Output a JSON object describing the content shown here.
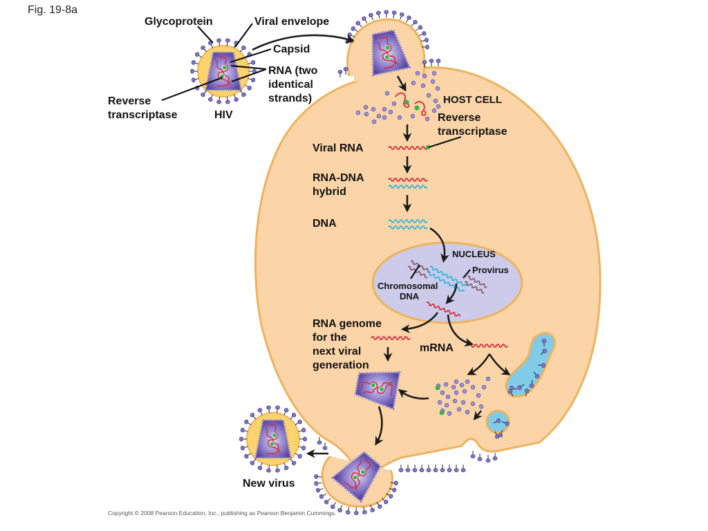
{
  "figure_label": "Fig. 19-8a",
  "labels": {
    "glycoprotein": "Glycoprotein",
    "viral_envelope": "Viral envelope",
    "capsid": "Capsid",
    "rna_line1": "RNA (two",
    "rna_line2": "identical",
    "rna_line3": "strands)",
    "rt_left_line1": "Reverse",
    "rt_left_line2": "transcriptase",
    "hiv": "HIV",
    "host_cell": "HOST CELL",
    "rt_right_line1": "Reverse",
    "rt_right_line2": "transcriptase",
    "viral_rna": "Viral RNA",
    "rna_dna_line1": "RNA-DNA",
    "rna_dna_line2": "hybrid",
    "dna": "DNA",
    "nucleus": "NUCLEUS",
    "provirus": "Provirus",
    "chromosomal_line1": "Chromosomal",
    "chromosomal_line2": "DNA",
    "genome_line1": "RNA genome",
    "genome_line2": "for the",
    "genome_line3": "next viral",
    "genome_line4": "generation",
    "mrna": "mRNA",
    "new_virus": "New virus"
  },
  "copyright": "Copyright © 2008 Pearson Education, Inc., publishing as Pearson Benjamin Cummings.",
  "colors": {
    "cell_fill": "#fbd5a8",
    "cell_outline": "#eeb25c",
    "nucleus_fill": "#ccccea",
    "virion_fill": "#fbd46e",
    "capsid_fill": "#6f5bb5",
    "spike": "#7d74c2",
    "rna_red": "#d9283d",
    "dna_blue": "#2cb6d8",
    "chromosome": "#8b5a6a",
    "rt_green": "#37b34a",
    "vesicle_fill": "#80cbe8"
  }
}
